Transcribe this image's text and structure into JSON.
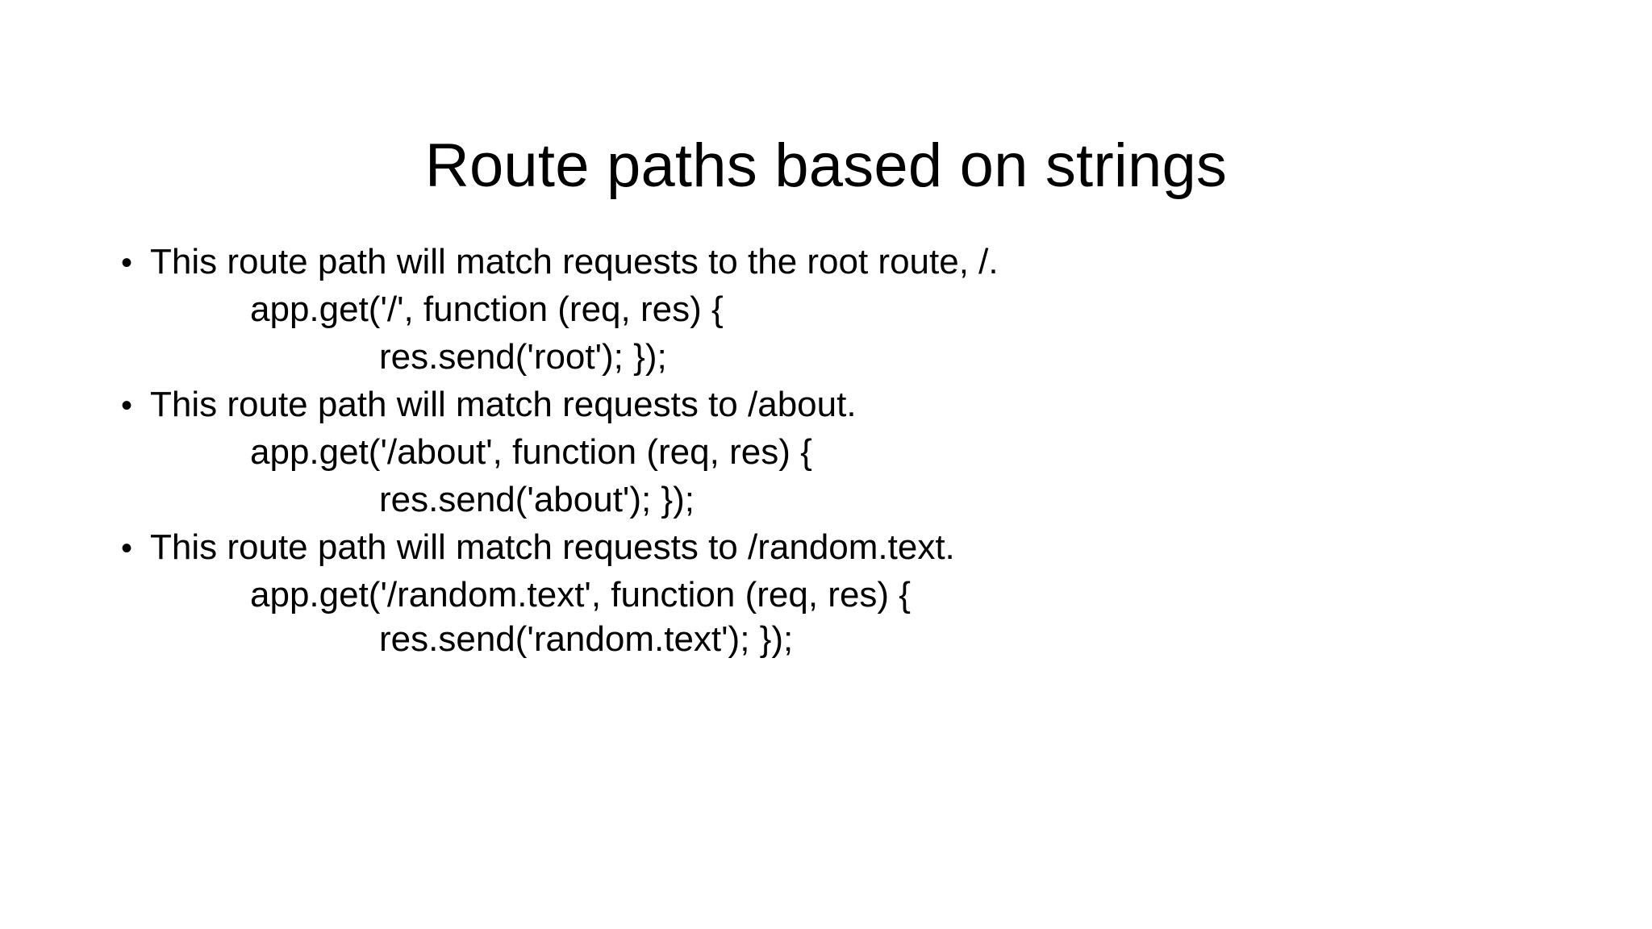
{
  "slide": {
    "title": "Route paths based on strings",
    "background_color": "#ffffff",
    "text_color": "#000000",
    "bullet_glyph": "•",
    "groups": [
      {
        "bullet": "This route path will match requests to the root route, /.",
        "code_open": "app.get('/', function (req, res) {",
        "code_close": "res.send('root'); });"
      },
      {
        "bullet": "This route path will match requests to /about.",
        "code_open": "app.get('/about', function (req, res) {",
        "code_close": "res.send('about'); });"
      },
      {
        "bullet": "This route path will match requests to /random.text.",
        "code_open": "app.get('/random.text', function (req, res) {",
        "code_close": "res.send('random.text'); });"
      }
    ]
  }
}
